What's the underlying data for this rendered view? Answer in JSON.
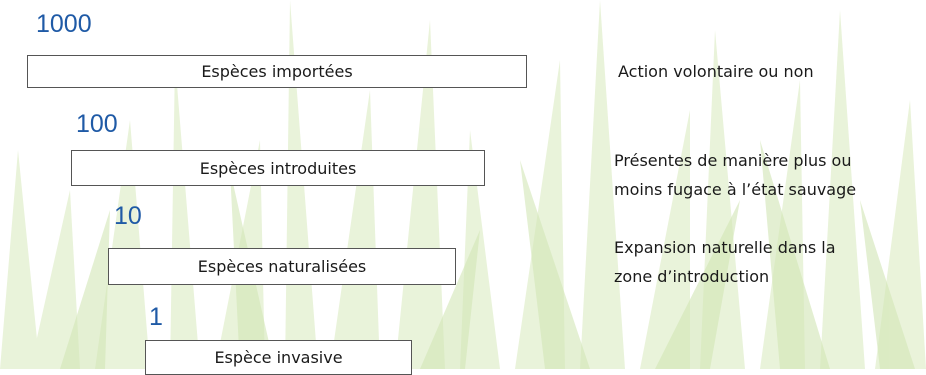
{
  "levels": [
    {
      "count": "1000",
      "label": "Espèces importées"
    },
    {
      "count": "100",
      "label": "Espèces introduites"
    },
    {
      "count": "10",
      "label": "Espèces naturalisées"
    },
    {
      "count": "1",
      "label": "Espèce invasive"
    }
  ],
  "descriptions": [
    {
      "lines": [
        "Action volontaire ou non"
      ]
    },
    {
      "lines": [
        "Présentes de manière plus ou",
        "moins fugace à l’état sauvage"
      ]
    },
    {
      "lines": [
        "Expansion naturelle dans la",
        "zone d’introduction"
      ]
    }
  ],
  "colors": {
    "count_text": "#1f5aa6",
    "grass_light": "#e3efcf",
    "grass_mid": "#c9e0a8"
  }
}
